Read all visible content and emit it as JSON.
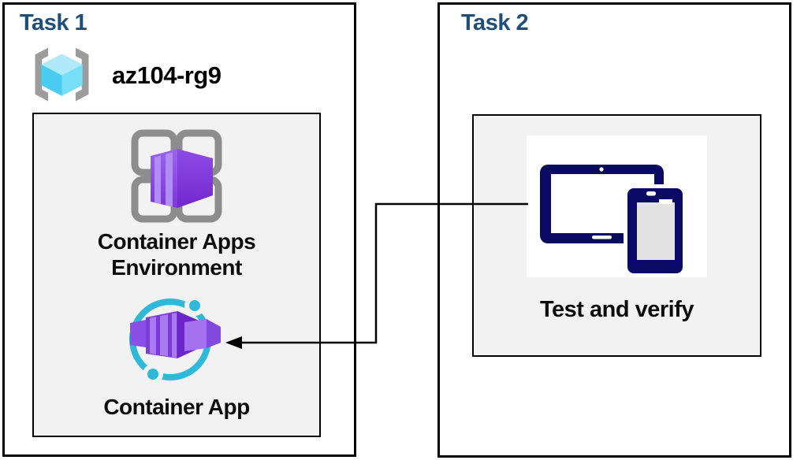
{
  "task1": {
    "title": "Task 1",
    "resource_group": {
      "name": "az104-rg9"
    },
    "environment_label": "Container Apps Environment",
    "app_label": "Container App"
  },
  "task2": {
    "title": "Task 2",
    "verify_label": "Test and verify"
  },
  "connector": {
    "from": "test-and-verify-icon",
    "to": "container-app-icon",
    "shape": "elbow",
    "arrow_direction": "left"
  },
  "icons": [
    {
      "name": "resource-group-icon"
    },
    {
      "name": "container-apps-environment-icon"
    },
    {
      "name": "container-app-icon"
    },
    {
      "name": "tablet-phone-icon"
    }
  ],
  "colors": {
    "title": "#1F4E79",
    "panel_bg": "#F2F2F2",
    "border": "#000000",
    "label": "#0D0D0D",
    "azure_purple": "#7C3AD8",
    "azure_cyan": "#2EB8DA",
    "navy_icon": "#0A0A64",
    "bracket_gray": "#9C9C9C",
    "grid_gray": "#8D8D8D"
  }
}
